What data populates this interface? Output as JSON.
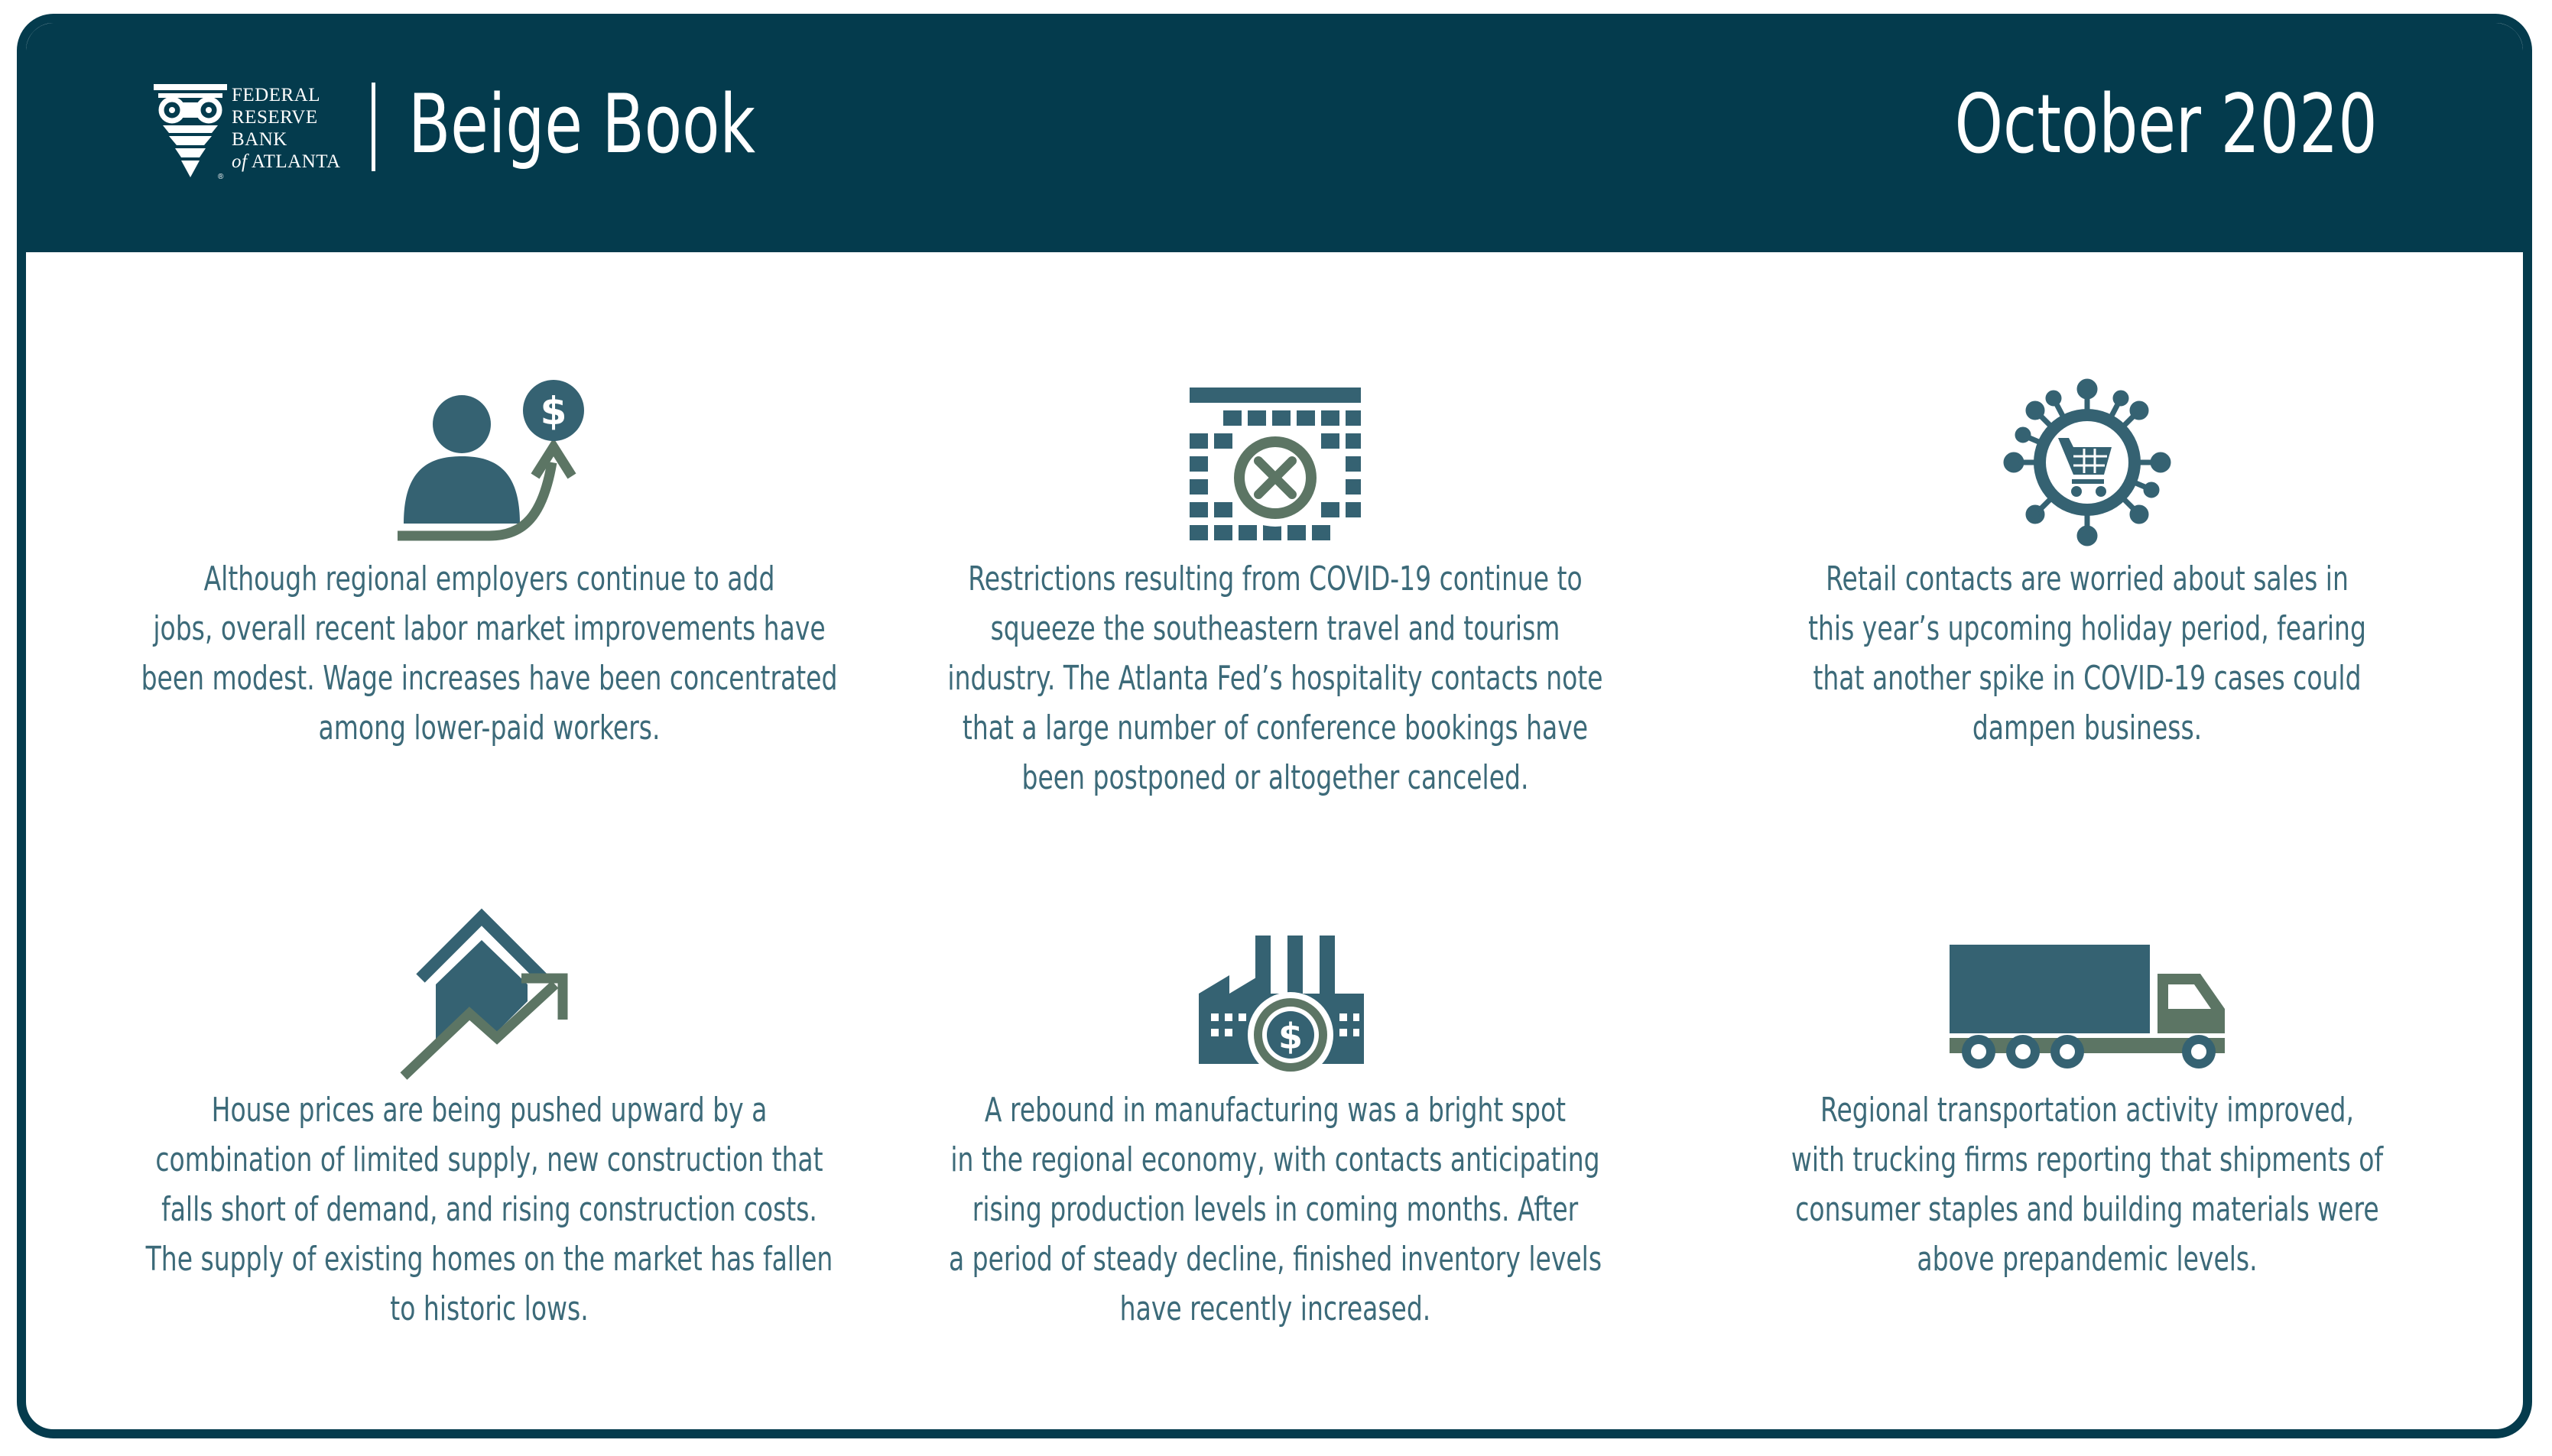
{
  "header": {
    "logo_lines": [
      "FEDERAL",
      "RESERVE",
      "BANK"
    ],
    "logo_of": "of",
    "logo_city": "ATLANTA",
    "title": "Beige Book",
    "date": "October 2020"
  },
  "colors": {
    "navy": "#043b4d",
    "icon_blue": "#356272",
    "icon_green": "#5c7564",
    "text": "#3c6a79"
  },
  "cards": [
    {
      "icon": "person-dollar-arrow-icon",
      "text": "Although regional employers continue to add\njobs, overall recent labor market improvements have\nbeen modest. Wage increases have been concentrated\namong lower-paid workers."
    },
    {
      "icon": "calendar-cancel-icon",
      "text": "Restrictions resulting from COVID-19 continue to\nsqueeze the southeastern travel and tourism\nindustry. The Atlanta Fed’s hospitality contacts note\nthat a large number of conference bookings have\nbeen postponed or altogether canceled."
    },
    {
      "icon": "virus-cart-icon",
      "text": "Retail contacts are worried about sales in\nthis year’s upcoming holiday period, fearing\nthat another spike in COVID-19 cases could\ndampen business."
    },
    {
      "icon": "house-arrow-icon",
      "text": "House prices are being pushed upward by a\ncombination of limited supply, new construction that\nfalls short of demand, and rising construction costs.\nThe supply of existing homes on the market has fallen\nto historic lows."
    },
    {
      "icon": "factory-dollar-icon",
      "text": "A rebound in manufacturing was a bright spot\nin the regional economy, with contacts anticipating\nrising production levels in coming months. After\na period of steady decline, finished inventory levels\nhave recently increased."
    },
    {
      "icon": "truck-icon",
      "text": "Regional transportation activity improved,\nwith trucking firms reporting that shipments of\nconsumer staples and building materials were\nabove prepandemic levels."
    }
  ]
}
